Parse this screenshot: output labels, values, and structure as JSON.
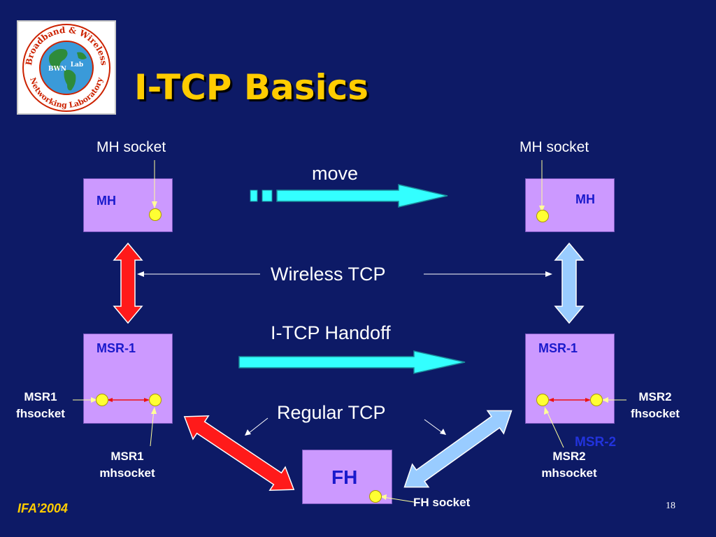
{
  "title": "I-TCP Basics",
  "logo": {
    "ring_text_top": "Broadband & Wireless",
    "ring_text_bottom": "Networking Laboratory",
    "center_left": "BWN",
    "center_right": "Lab"
  },
  "labels": {
    "mh_socket_left": "MH socket",
    "mh_socket_right": "MH socket",
    "move": "move",
    "wireless_tcp": "Wireless TCP",
    "itcp_handoff": "I-TCP Handoff",
    "regular_tcp": "Regular TCP",
    "msr1_fhsocket_line1": "MSR1",
    "msr1_fhsocket_line2": "fhsocket",
    "msr1_mhsocket_line1": "MSR1",
    "msr1_mhsocket_line2": "mhsocket",
    "msr2_fhsocket_line1": "MSR2",
    "msr2_fhsocket_line2": "fhsocket",
    "msr2_mhsocket_line1": "MSR2",
    "msr2_mhsocket_line2": "mhsocket",
    "fh_socket": "FH socket",
    "msr2_ghost": "MSR-2"
  },
  "boxes": {
    "mh_left": "MH",
    "mh_right": "MH",
    "msr_left": "MSR-1",
    "msr_right": "MSR-1",
    "fh": "FH"
  },
  "footer": {
    "left": "IFA’2004",
    "page": "18"
  },
  "colors": {
    "background": "#0d1a66",
    "title": "#ffcc00",
    "box": "#cc99ff",
    "socket": "#ffff33",
    "red_arrow": "#ff1a1a",
    "blue_arrow": "#99ccff",
    "cyan_arrow": "#33ffff"
  }
}
